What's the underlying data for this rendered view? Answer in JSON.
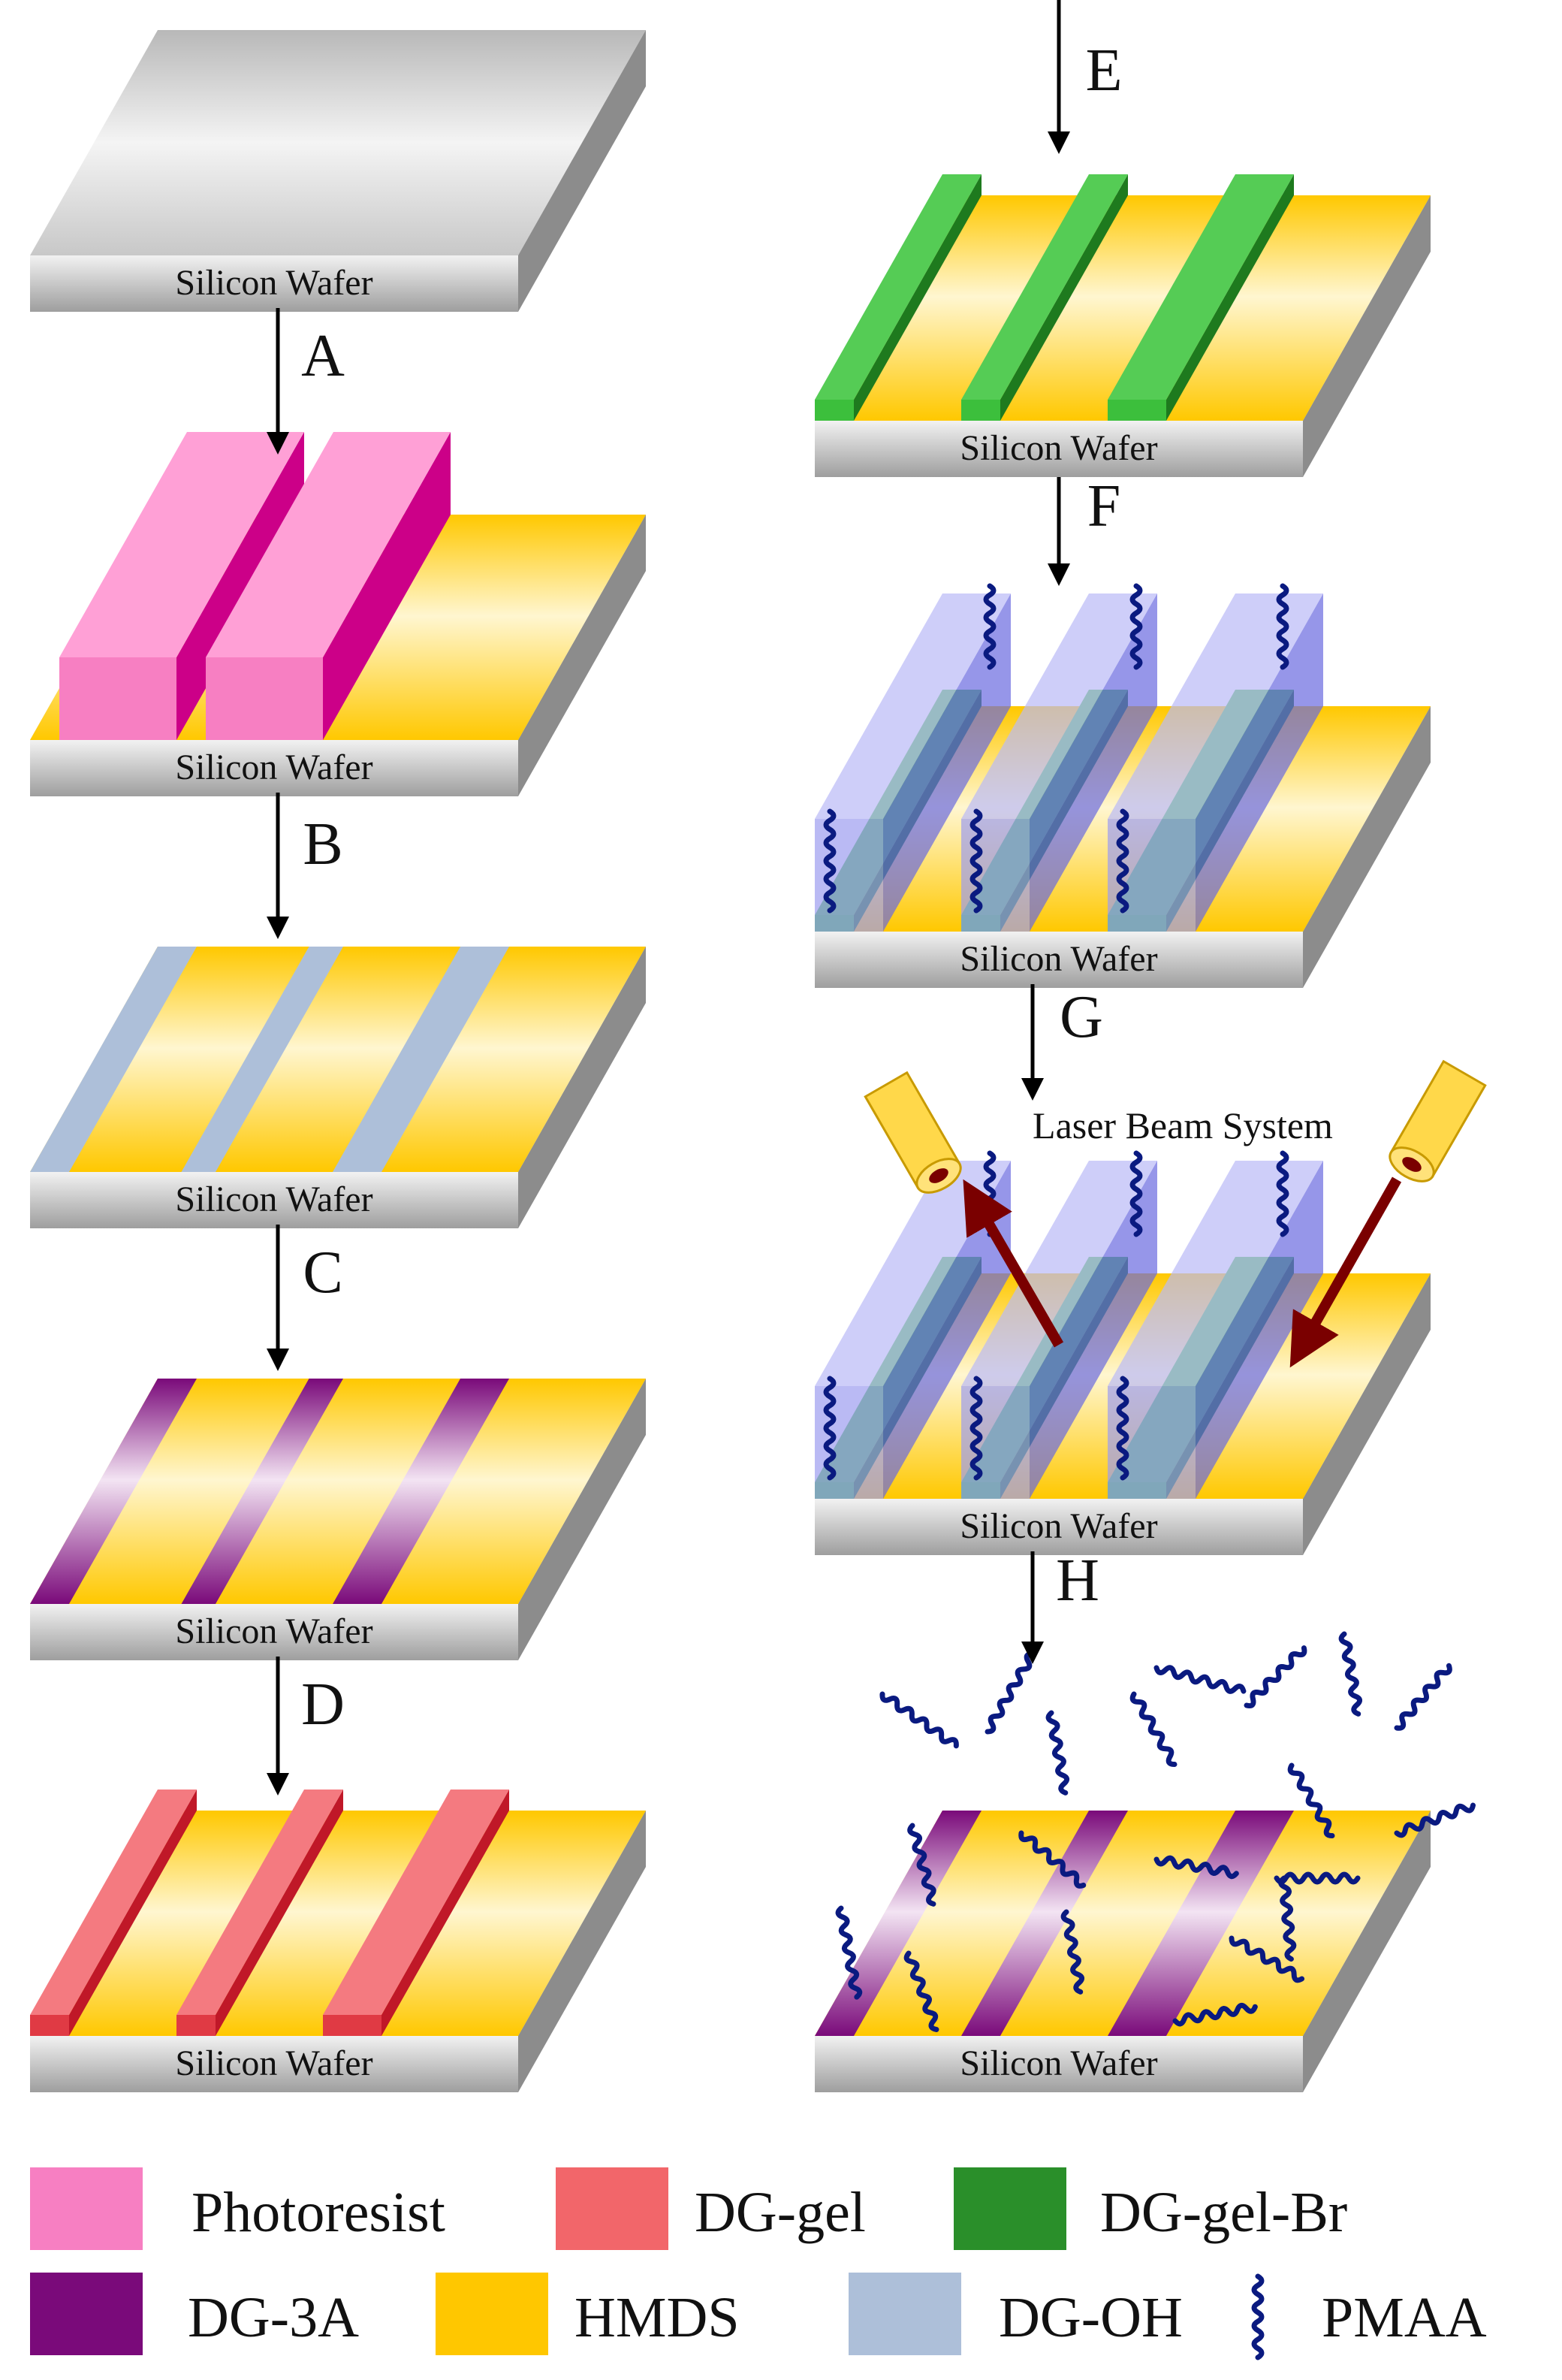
{
  "panels": {
    "p1": {
      "wafer_label": "Silicon Wafer"
    },
    "p2": {
      "wafer_label": "Silicon Wafer"
    },
    "p3": {
      "wafer_label": "Silicon Wafer"
    },
    "p4": {
      "wafer_label": "Silicon Wafer"
    },
    "p5": {
      "wafer_label": "Silicon Wafer"
    },
    "p6": {
      "wafer_label": "Silicon Wafer"
    },
    "p7": {
      "wafer_label": "Silicon Wafer"
    },
    "p8": {
      "wafer_label": "Silicon Wafer",
      "system_label": "Laser Beam System"
    },
    "p9": {
      "wafer_label": "Silicon Wafer"
    }
  },
  "steps": {
    "A": "A",
    "B": "B",
    "C": "C",
    "D": "D",
    "E": "E",
    "F": "F",
    "G": "G",
    "H": "H"
  },
  "legend": [
    {
      "label": "Photoresist",
      "color": "#f77fc2"
    },
    {
      "label": "DG-gel",
      "color": "#f2666a"
    },
    {
      "label": "DG-gel-Br",
      "color": "#2a8f2a"
    },
    {
      "label": "DG-3A",
      "color": "#7a0a7a"
    },
    {
      "label": "HMDS",
      "color": "#ffc700"
    },
    {
      "label": "DG-OH",
      "color": "#adbfd9"
    },
    {
      "label": "PMAA",
      "icon": "wavy-chain-icon",
      "color": "#0a1a80"
    }
  ],
  "colors": {
    "wafer_top": "#d9d9d9",
    "wafer_front": "#c4c4c4",
    "wafer_side": "#9a9a9a",
    "hmds": "#ffc700",
    "photoresist": "#f77fc2",
    "photoresist_dark": "#cc0088",
    "dg_oh": "#adbfd9",
    "dg_3a": "#7a0a7a",
    "dg_gel": "#f2666a",
    "dg_gel_dark": "#c01828",
    "dg_gel_br": "#3cbf3c",
    "dg_gel_br_dark": "#1e7a1e",
    "brush_block": "#8e8ef2",
    "pmaa": "#0a1a80",
    "laser_arrow": "#7a0000",
    "laser_body": "#ffd84a"
  }
}
